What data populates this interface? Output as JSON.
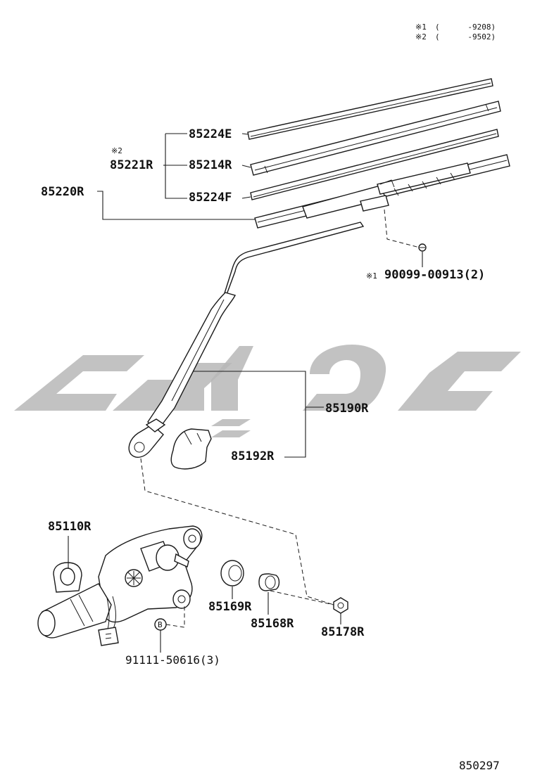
{
  "legend": {
    "note1_mark": "※1",
    "note1_range": "(      -9208)",
    "note2_mark": "※2",
    "note2_range": "(      -9502)"
  },
  "parts": {
    "p85224E": "85224E",
    "p85214R": "85214R",
    "p85224F": "85224F",
    "p85221R": "85221R",
    "p85221R_note": "※2",
    "p85220R": "85220R",
    "screw_note": "※1",
    "screw": "90099-00913(2)",
    "p85190R": "85190R",
    "p85192R": "85192R",
    "p85110R": "85110R",
    "p85169R": "85169R",
    "p85168R": "85168R",
    "p85178R": "85178R",
    "bolt_ref": "B",
    "bolt": "91111-50616(3)"
  },
  "diagram_id": "850297",
  "colors": {
    "line": "#1a1a1a",
    "watermark": "#b7b7b7"
  }
}
